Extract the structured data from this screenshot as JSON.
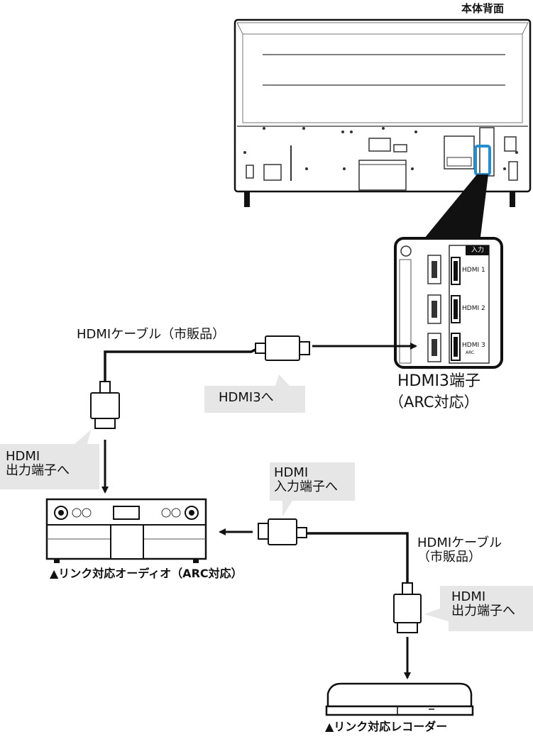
{
  "tv": {
    "caption": "本体背面"
  },
  "panel": {
    "input_label": "入力",
    "ports": [
      "HDMI 1",
      "HDMI 2",
      "HDMI 3"
    ],
    "arc_mark": "ARC",
    "caption_line1": "HDMI3端子",
    "caption_line2": "（ARC対応）"
  },
  "cable1": {
    "label": "HDMIケーブル（市販品）",
    "to_tv_callout": "HDMI3へ",
    "from_audio_callout": "HDMI\n出力端子へ"
  },
  "audio": {
    "input_callout": "HDMI\n入力端子へ",
    "caption": "▲リンク対応オーディオ（ARC対応）"
  },
  "cable2": {
    "label": "HDMIケーブル\n（市販品）",
    "from_recorder_callout": "HDMI\n出力端子へ"
  },
  "recorder": {
    "caption": "▲リンク対応レコーダー"
  },
  "colors": {
    "highlight": "#1f8fd6",
    "callout_fill": "#e6e6e6",
    "line": "#111111"
  }
}
